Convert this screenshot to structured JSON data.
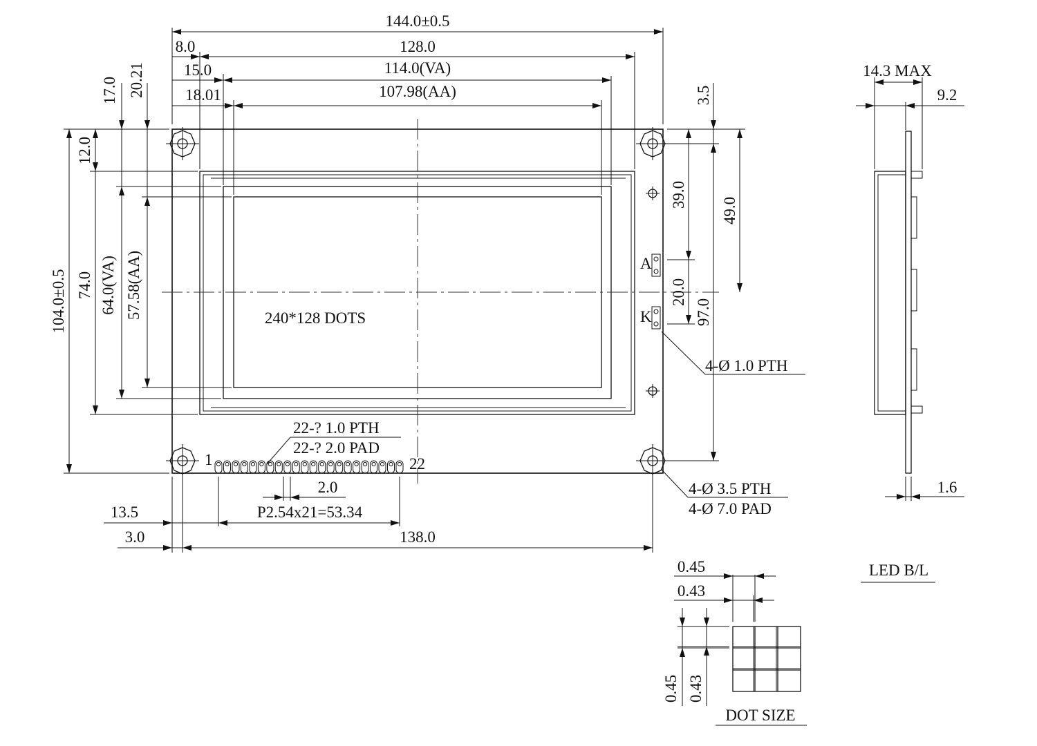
{
  "dimensions": {
    "overall_width": "144.0±0.5",
    "w_128": "128.0",
    "va_width": "114.0(VA)",
    "aa_width": "107.98(AA)",
    "left_8": "8.0",
    "left_15": "15.0",
    "left_18": "18.01",
    "left_17": "17.0",
    "left_2021": "20.21",
    "top_12": "12.0",
    "overall_height": "104.0±0.5",
    "h_74": "74.0",
    "va_height": "64.0(VA)",
    "aa_height": "57.58(AA)",
    "right_35": "3.5",
    "right_39": "39.0",
    "right_49": "49.0",
    "right_20": "20.0",
    "right_97": "97.0",
    "bottom_135": "13.5",
    "bottom_30": "3.0",
    "bottom_138": "138.0",
    "pin_pitch_20": "2.0",
    "pin_pitch_total": "P2.54x21=53.34"
  },
  "labels": {
    "resolution": "240*128 DOTS",
    "anode": "A",
    "cathode": "K",
    "pin_first": "1",
    "pin_last": "22",
    "pth_small": "4-Ø 1.0 PTH",
    "pin_pth": "22-?  1.0 PTH",
    "pin_pad": "22-?  2.0 PAD",
    "mount_pth": "4-Ø 3.5 PTH",
    "mount_pad": "4-Ø 7.0 PAD"
  },
  "side_view": {
    "max_thickness": "14.3 MAX",
    "thickness_92": "9.2",
    "pcb_16": "1.6",
    "caption": "LED B/L"
  },
  "dot_size": {
    "pitch_h": "0.45",
    "dot_h": "0.43",
    "pitch_v": "0.45",
    "dot_v": "0.43",
    "caption": "DOT SIZE"
  }
}
